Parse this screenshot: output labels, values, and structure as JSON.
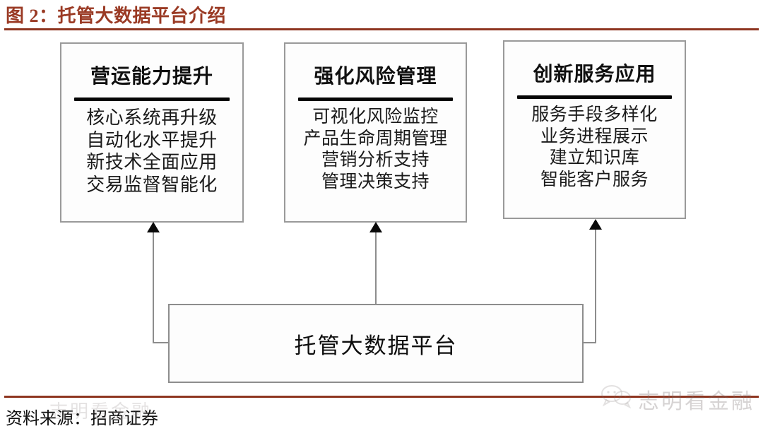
{
  "header": {
    "figure_label": "图 2：托管大数据平台介绍",
    "rule_color": "#8e3520",
    "title_color": "#9a3a24"
  },
  "diagram": {
    "type": "hierarchy",
    "platform": {
      "label": "托管大数据平台"
    },
    "pillars": [
      {
        "id": "operational-capability",
        "title": "营运能力提升",
        "items": [
          "核心系统再升级",
          "自动化水平提升",
          "新技术全面应用",
          "交易监督智能化"
        ]
      },
      {
        "id": "risk-management",
        "title": "强化风险管理",
        "items": [
          "可视化风险监控",
          "产品生命周期管理",
          "营销分析支持",
          "管理决策支持"
        ]
      },
      {
        "id": "innovative-service",
        "title": "创新服务应用",
        "items": [
          "服务手段多样化",
          "业务进程展示",
          "建立知识库",
          "智能客户服务"
        ]
      }
    ]
  },
  "footer": {
    "source": "资料来源：招商证券"
  },
  "watermark": {
    "brand": "志明看金融",
    "center_text": "志明看金融"
  }
}
